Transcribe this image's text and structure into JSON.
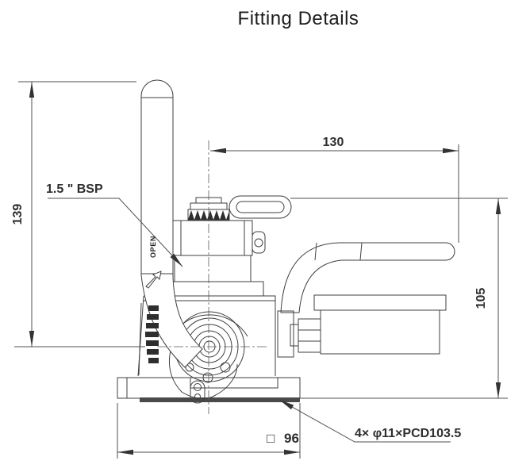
{
  "title": "Fitting Details",
  "drawing": {
    "labels": {
      "thread": "1.5 \" BSP",
      "lever_marking": "OPEN",
      "bolt_pattern": "4× φ11×PCD103.5"
    },
    "dimensions": {
      "top_width": "130",
      "left_height": "139",
      "right_height": "105",
      "base_square_symbol": "□",
      "base_square": "96"
    },
    "colors": {
      "line": "#3f3f3f",
      "dimension_line": "#4f4f4f",
      "text": "#2e2e2e",
      "background": "#ffffff"
    }
  }
}
